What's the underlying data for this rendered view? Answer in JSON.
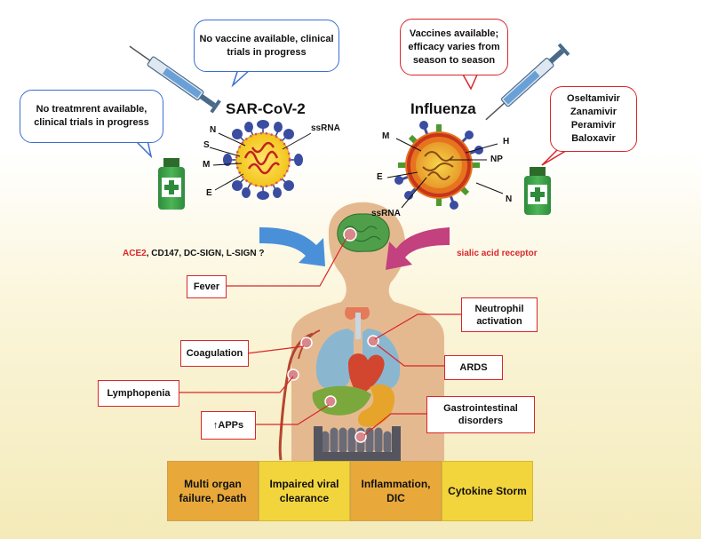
{
  "covid": {
    "title": "SAR-CoV-2",
    "vaccine_note": "No vaccine available, clinical trials in progress",
    "treatment_note": "No treatmrent available, clinical trials in progress",
    "labels": {
      "n": "N",
      "s": "S",
      "m": "M",
      "e": "E",
      "rna": "ssRNA"
    },
    "receptors_red": "ACE2",
    "receptors_rest": ", CD147, DC-SIGN, L-SIGN ?"
  },
  "influenza": {
    "title": "Influenza",
    "vaccine_note": "Vaccines available; efficacy varies from season to season",
    "drugs": [
      "Oseltamivir",
      "Zanamivir",
      "Peramivir",
      "Baloxavir"
    ],
    "labels": {
      "m": "M",
      "h": "H",
      "np": "NP",
      "e": "E",
      "n": "N",
      "rna": "ssRNA"
    },
    "receptor": "sialic acid receptor"
  },
  "symptoms": {
    "fever": "Fever",
    "coagulation": "Coagulation",
    "lymphopenia": "Lymphopenia",
    "apps": "↑APPs",
    "neutrophil": "Neutrophil activation",
    "ards": "ARDS",
    "gi": "Gastrointestinal disorders"
  },
  "outcomes": [
    {
      "label": "Multi organ failure, Death",
      "color": "#e8a93a"
    },
    {
      "label": "Impaired viral clearance",
      "color": "#f2d43c"
    },
    {
      "label": "Inflammation, DIC",
      "color": "#e8a93a"
    },
    {
      "label": "Cytokine Storm",
      "color": "#f2d43c"
    }
  ],
  "colors": {
    "accent_red": "#d8262b",
    "accent_blue": "#3a6fd1",
    "arrow_blue": "#4a90d9",
    "arrow_pink": "#c2417e",
    "skin": "#e5b990"
  }
}
